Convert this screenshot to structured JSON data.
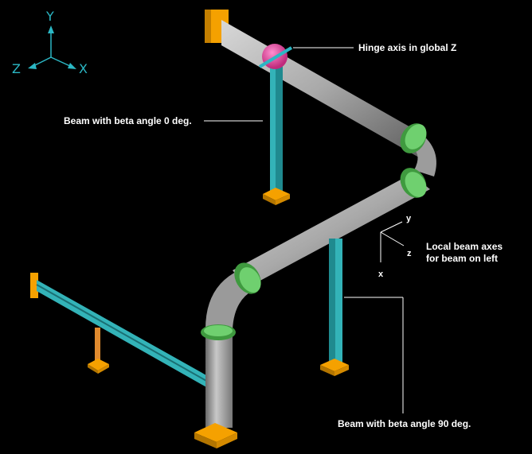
{
  "global_axes": {
    "y": "Y",
    "z": "Z",
    "x": "X",
    "color": "#2bb7c4"
  },
  "local_axes": {
    "y": "y",
    "z": "z",
    "x": "x"
  },
  "annotations": {
    "hinge": "Hinge axis in global Z",
    "beam_beta_0": "Beam with beta angle 0 deg.",
    "local_axes_line1": "Local beam axes",
    "local_axes_line2": "for beam on left",
    "beam_beta_90": "Beam with beta angle 90 deg."
  },
  "colors": {
    "background": "#000000",
    "pipe": "#a9a9a9",
    "flange": "#5cc15c",
    "beam": "#33b3b8",
    "support_plate": "#f5a100",
    "hinge": "#e8439b",
    "orange_post": "#e08a2e"
  }
}
